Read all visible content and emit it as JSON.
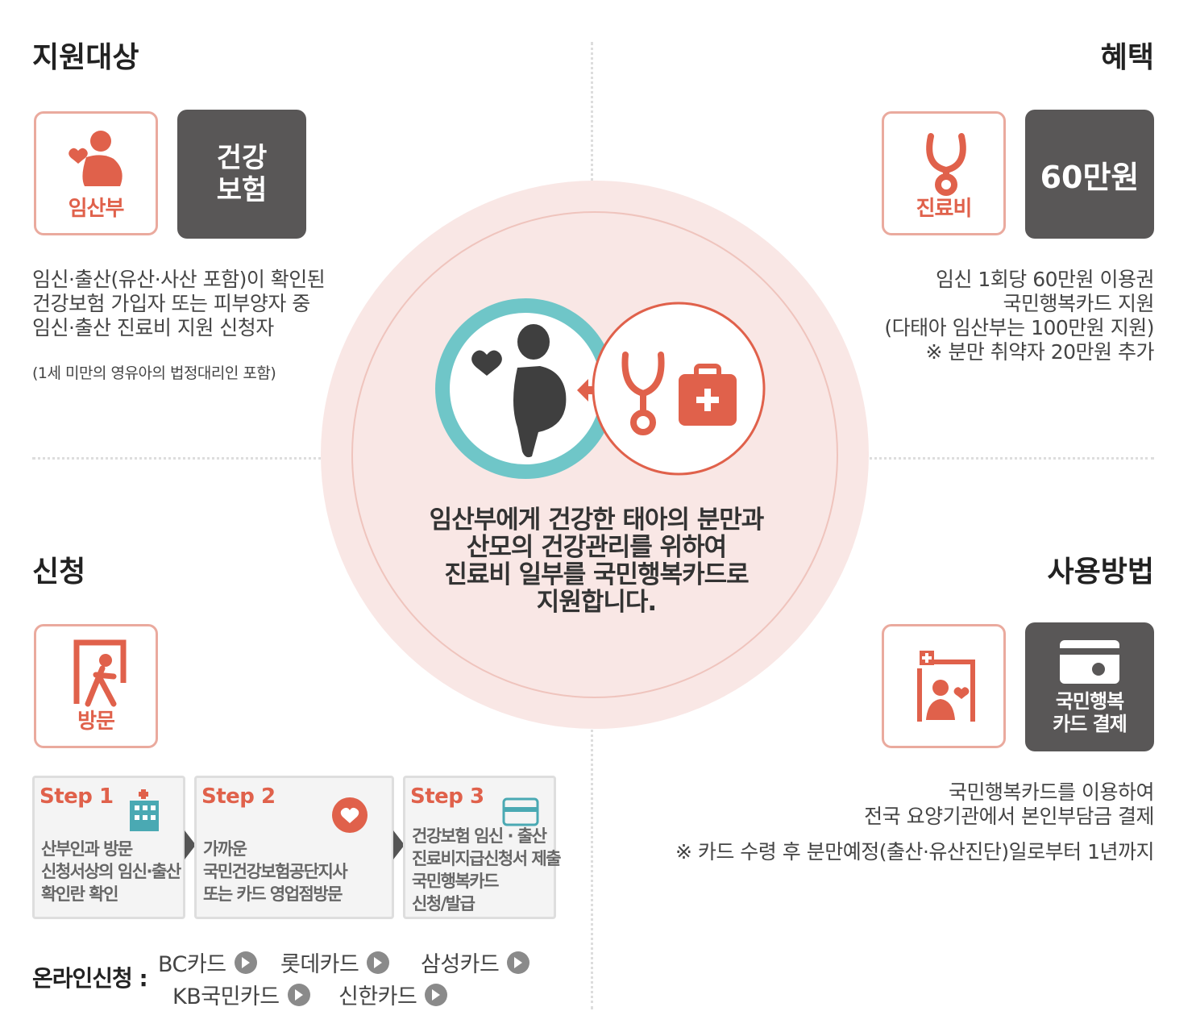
{
  "sections": {
    "target": {
      "title": "지원대상",
      "icon_label": "임산부",
      "badge_line1": "건강",
      "badge_line2": "보험",
      "desc": [
        "임신·출산(유산·사산 포함)이 확인된",
        "건강보험 가입자 또는 피부양자 중",
        "임신·출산 진료비 지원 신청자"
      ],
      "note": "(1세 미만의 영유아의 법정대리인 포함)"
    },
    "benefit": {
      "title": "혜택",
      "icon_label": "진료비",
      "badge": "60만원",
      "desc": [
        "임신 1회당 60만원 이용권",
        "국민행복카드 지원",
        "(다태아 임산부는 100만원 지원)",
        "※ 분만 취약자 20만원 추가"
      ]
    },
    "apply": {
      "title": "신청",
      "icon_label": "방문",
      "steps": [
        {
          "title": "Step 1",
          "lines": [
            "산부인과 방문",
            "신청서상의 임신·출산",
            "확인란 확인"
          ]
        },
        {
          "title": "Step 2",
          "lines": [
            "가까운",
            "국민건강보험공단지사",
            "또는 카드 영업점방문"
          ]
        },
        {
          "title": "Step 3",
          "lines": [
            "건강보험 임신 · 출산",
            "진료비지급신청서 제출",
            "국민행복카드",
            "신청/발급"
          ]
        }
      ],
      "online_label": "온라인신청 :",
      "cards": [
        "BC카드",
        "롯데카드",
        "삼성카드",
        "KB국민카드",
        "신한카드"
      ]
    },
    "usage": {
      "title": "사용방법",
      "badge_line1": "국민행복",
      "badge_line2": "카드 결제",
      "desc": [
        "국민행복카드를 이용하여",
        "전국 요양기관에서 본인부담금 결제"
      ],
      "note": "※ 카드 수령 후 분만예정(출산·유산진단)일로부터 1년까지"
    }
  },
  "center": {
    "lines": [
      "임산부에게 건강한 태아의 분만과",
      "산모의 건강관리를 위하여",
      "진료비 일부를 국민행복카드로",
      "지원합니다."
    ]
  },
  "colors": {
    "accent": "#e0614b",
    "teal": "#6fc6c8",
    "dark_badge": "#595757",
    "circle_bg": "#f9e7e5"
  },
  "icons": {
    "target": "pregnant-woman-icon",
    "benefit": "stethoscope-icon",
    "apply": "door-visit-icon",
    "usage": "hospital-patient-icon",
    "card": "happy-card-icon"
  }
}
